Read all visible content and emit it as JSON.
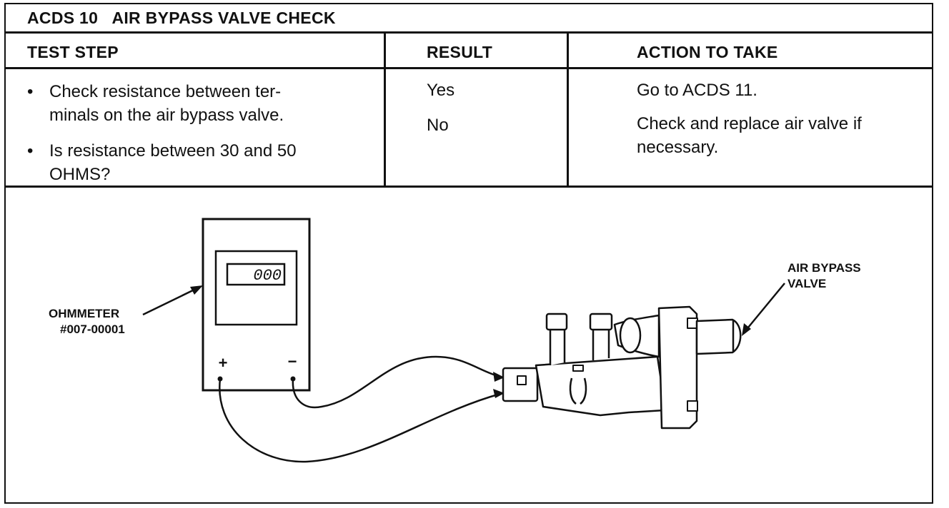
{
  "title": "ACDS 10   AIR BYPASS VALVE CHECK",
  "headers": {
    "test_step": "TEST STEP",
    "result": "RESULT",
    "action": "ACTION TO TAKE"
  },
  "test_steps": [
    "Check resistance between ter-\nminals on the air bypass valve.",
    "Is resistance between 30 and 50\nOHMS?"
  ],
  "results": [
    "Yes",
    "No"
  ],
  "actions": [
    "Go to ACDS 11.",
    "Check and replace air valve if\nnecessary."
  ],
  "diagram": {
    "ohmmeter_label": "OHMMETER",
    "ohmmeter_part": "#007-00001",
    "display_reading": "000",
    "plus_terminal": "+",
    "minus_terminal": "−",
    "valve_label_line1": "AIR BYPASS",
    "valve_label_line2": "VALVE"
  }
}
